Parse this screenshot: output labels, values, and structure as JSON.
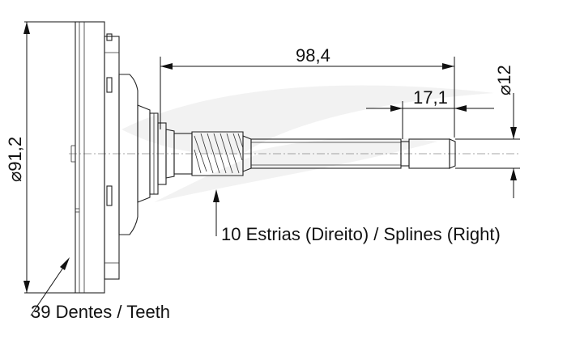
{
  "diagram": {
    "dimensions": {
      "overall_diameter": "⌀91,2",
      "shaft_length": "98,4",
      "spline_length": "17,1",
      "shaft_diameter": "⌀12"
    },
    "callouts": {
      "splines": "10 Estrias (Direito) / Splines (Right)",
      "teeth": "39 Dentes / Teeth"
    },
    "colors": {
      "line": "#222222",
      "watermark": "#e6e6e6",
      "background": "#ffffff"
    }
  }
}
